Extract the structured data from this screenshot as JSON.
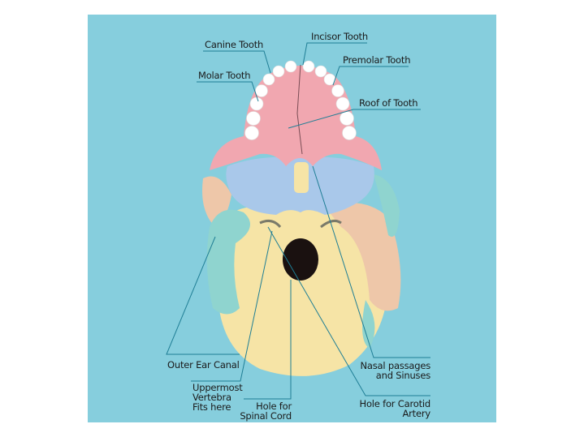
{
  "labels": {
    "canine": "Canine Tooth",
    "incisor": "Incisor Tooth",
    "premolar": "Premolar Tooth",
    "molar": "Molar Tooth",
    "roof": "Roof of Tooth",
    "outer_ear": "Outer Ear Canal",
    "vertebra": [
      "Uppermost",
      "Vertebra",
      "Fits here"
    ],
    "spinal": [
      "Hole for",
      "Spinal Cord"
    ],
    "nasal": [
      "Nasal passages",
      "and Sinuses"
    ],
    "carotid": [
      "Hole for Carotid",
      "Artery"
    ]
  },
  "colors": {
    "background": "#86cedd",
    "palate": "#f1a7b0",
    "sphenoid": "#a9c8ea",
    "occipital": "#f6e4a6",
    "temporal": "#eec7a9",
    "teal": "#8fd4cf",
    "line": "#1f7e95"
  }
}
